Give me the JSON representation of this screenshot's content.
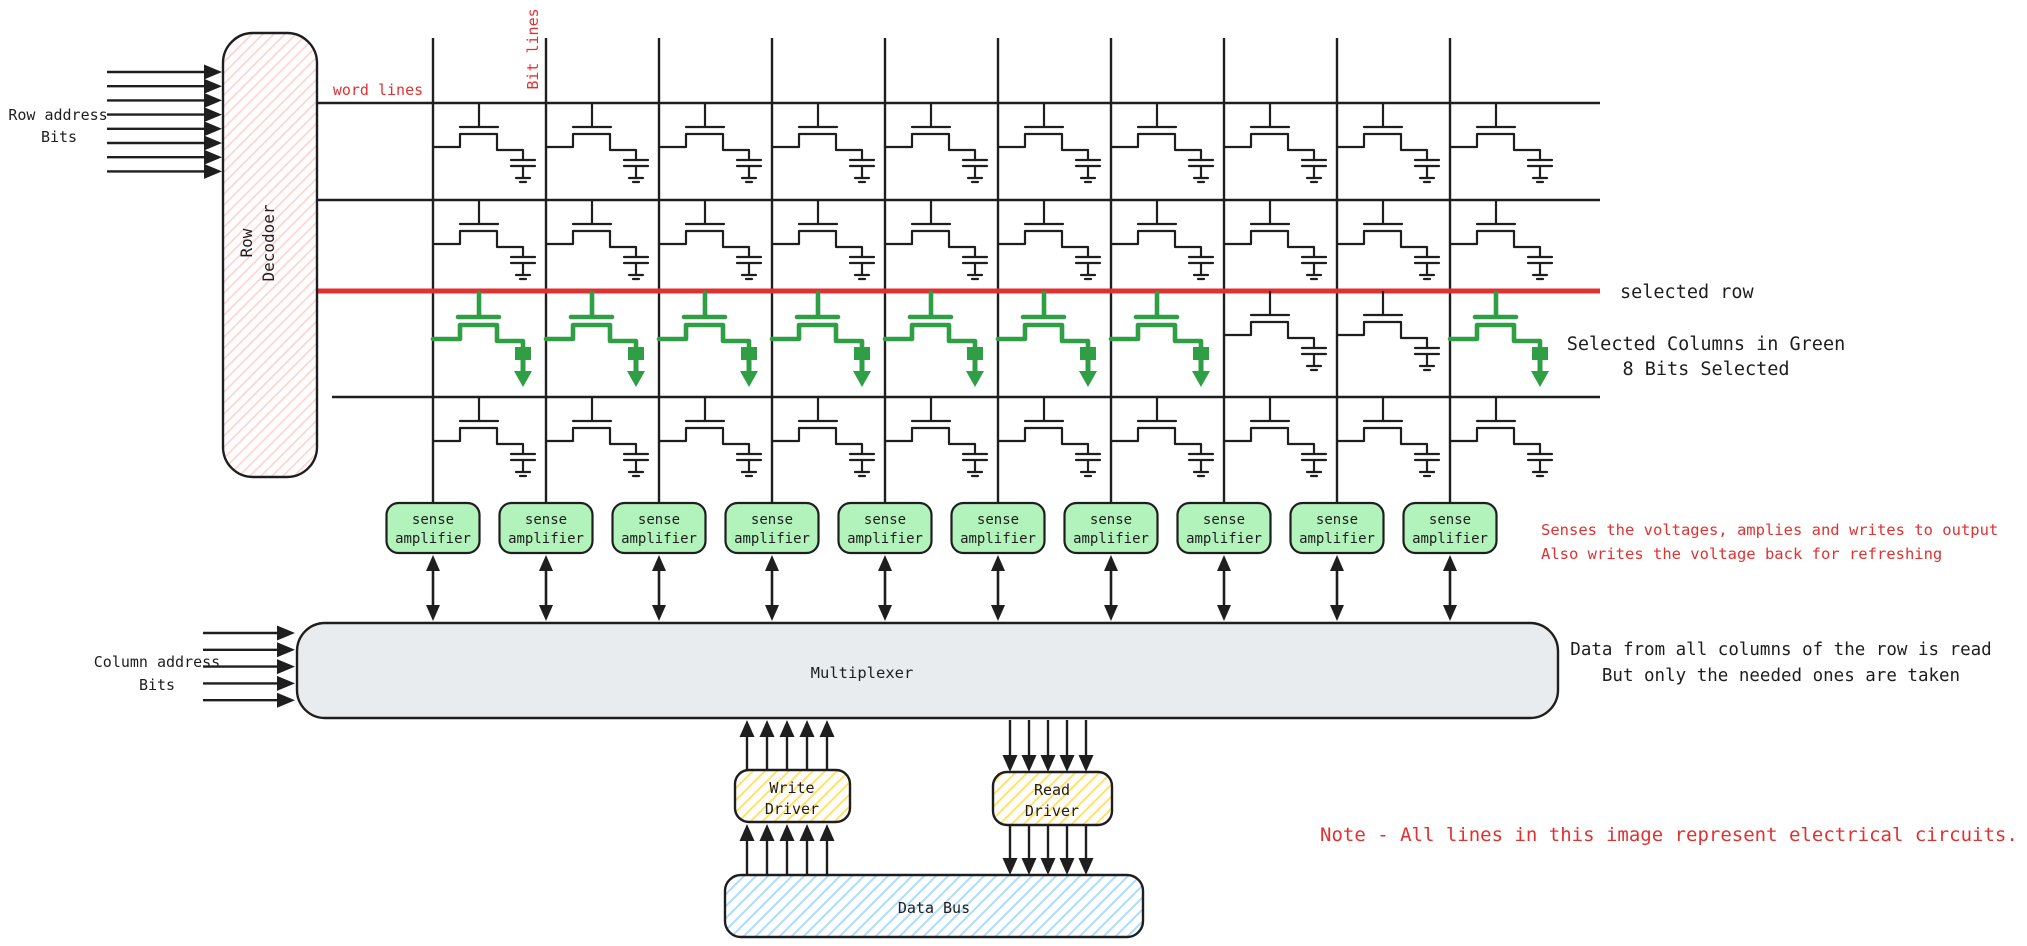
{
  "colors": {
    "ink": "#1e1e1e",
    "red": "#e03131",
    "green": "#2f9e44",
    "sense_fill": "#b2f2bb",
    "mux_fill": "#e9ecef",
    "pink_hatch": "#ffc9c9",
    "yellow_hatch": "#ffd43b",
    "blue_hatch": "#a5d8ff"
  },
  "labels": {
    "row_address_line1": "Row address",
    "row_address_line2": "Bits",
    "row_decoder_line1": "Row",
    "row_decoder_line2": "Decodoer",
    "word_lines": "word lines",
    "bit_lines": "Bit lines",
    "selected_row": "selected row",
    "selected_columns_line1": "Selected Columns in Green",
    "selected_columns_line2": "8 Bits Selected",
    "sense_amp_line1": "sense",
    "sense_amp_line2": "amplifier",
    "sense_note_line1": "Senses the voltages, amplies and writes to output",
    "sense_note_line2": "Also writes the voltage back for refreshing",
    "multiplexer": "Multiplexer",
    "column_address_line1": "Column address",
    "column_address_line2": "Bits",
    "mux_note_line1": "Data from all columns of the row is read",
    "mux_note_line2": "But only the needed ones are taken",
    "write_driver_line1": "Write",
    "write_driver_line2": "Driver",
    "read_driver_line1": "Read",
    "read_driver_line2": "Driver",
    "data_bus": "Data Bus",
    "bottom_note": "Note - All lines in this image represent electrical circuits."
  },
  "structure": {
    "bit_line_count": 10,
    "word_line_count": 4,
    "selected_word_line": 3,
    "green_cell_columns": [
      1,
      2,
      3,
      4,
      5,
      6,
      7,
      10
    ],
    "sense_amplifier_count": 10,
    "row_address_arrows": 8,
    "column_address_arrows": 5,
    "write_driver_arrows_per_side": 5,
    "read_driver_arrows_per_side": 5
  }
}
